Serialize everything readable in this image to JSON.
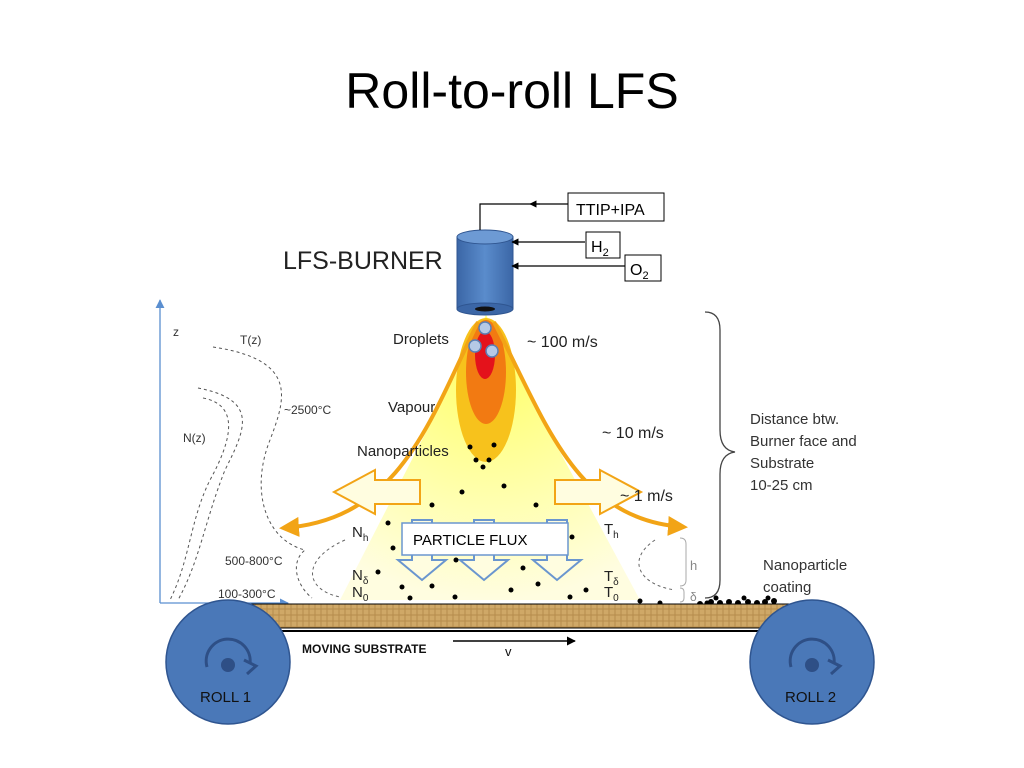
{
  "slide": {
    "title": "Roll-to-roll LFS"
  },
  "diagram": {
    "burner_label": "LFS-BURNER",
    "inputs": {
      "ttip": "TTIP+IPA",
      "h2": "H",
      "h2_sub": "2",
      "o2": "O",
      "o2_sub": "2"
    },
    "axis": {
      "z": "z",
      "t_curve": "T(z)",
      "n_curve": "N(z)",
      "temp_high": "~2500°C",
      "temp_mid": "500-800°C",
      "temp_low": "100-300°C"
    },
    "flame": {
      "droplets": "Droplets",
      "vapour": "Vapour",
      "nanoparticles": "Nanoparticles",
      "particle_flux": "PARTICLE FLUX"
    },
    "velocities": {
      "v1": "~ 100 m/s",
      "v2": "~ 10 m/s",
      "v3": "~  1 m/s"
    },
    "symbols": {
      "n": "N",
      "t": "T",
      "sub_h": "h",
      "sub_delta": "δ",
      "sub_0": "0",
      "h": "h",
      "delta": "δ"
    },
    "distance_note": {
      "line1": "Distance btw.",
      "line2": "Burner face and",
      "line3": "Substrate",
      "line4": "10-25 cm"
    },
    "coating": {
      "line1": "Nanoparticle",
      "line2": "coating"
    },
    "substrate": {
      "label": "MOVING SUBSTRATE",
      "velocity": "v"
    },
    "rolls": {
      "left": "ROLL 1",
      "right": "ROLL 2"
    },
    "colors": {
      "blue": "#4a78b8",
      "flame_orange": "#f2a416",
      "substrate": "#c8a368",
      "cone": "#ffff99"
    }
  }
}
